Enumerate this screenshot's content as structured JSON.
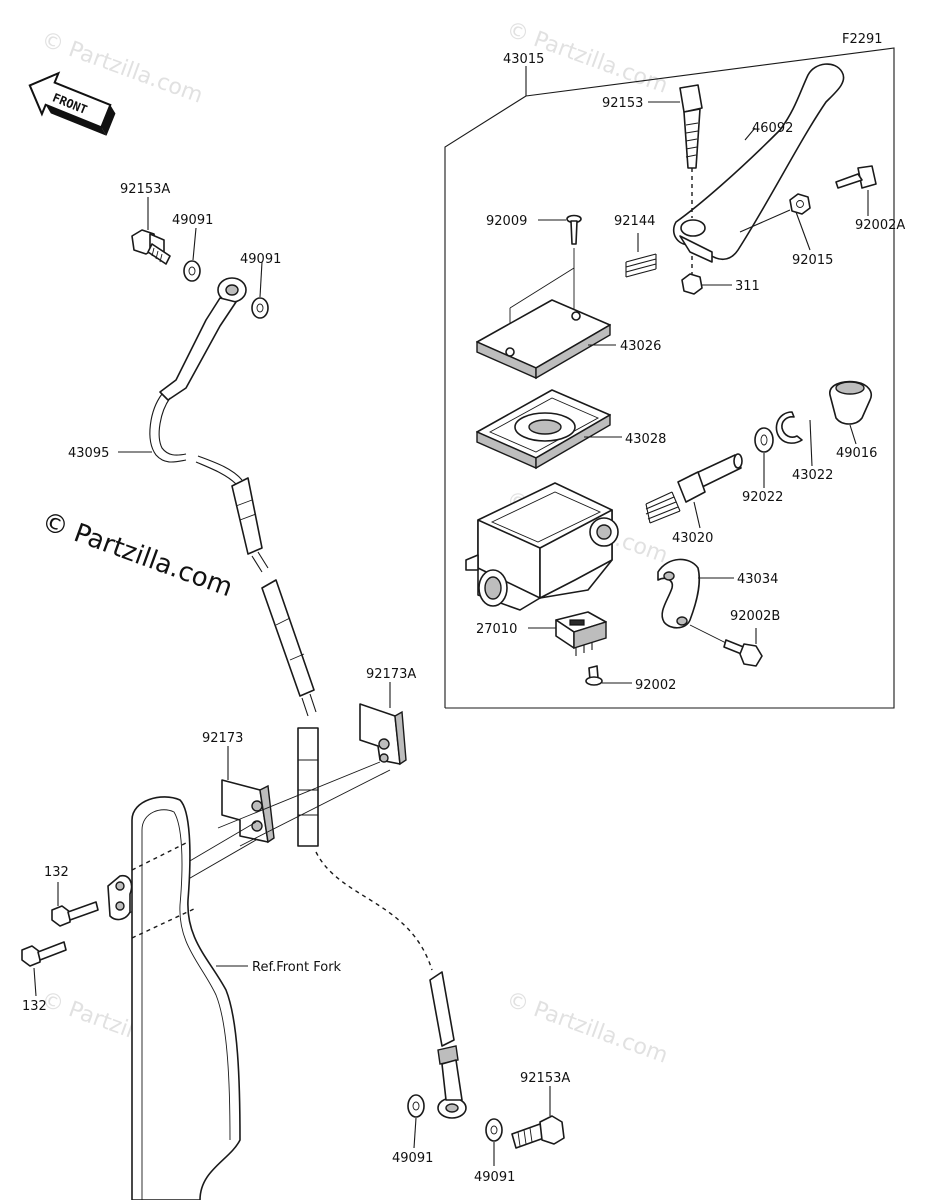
{
  "figure_code": "F2291",
  "direction_badge": "FRONT",
  "copyright": "© Partzilla.com",
  "watermark": "© Partzilla.com",
  "parts": {
    "p43015": "43015",
    "p92153": "92153",
    "p46092": "46092",
    "p92002A": "92002A",
    "p92009": "92009",
    "p92144": "92144",
    "p92015": "92015",
    "p311": "311",
    "p43026": "43026",
    "p43028": "43028",
    "p49016": "49016",
    "p43022": "43022",
    "p92022": "92022",
    "p43020": "43020",
    "p43034": "43034",
    "p92002B": "92002B",
    "p27010": "27010",
    "p92002": "92002",
    "p92153A_top": "92153A",
    "p49091_a": "49091",
    "p49091_b": "49091",
    "p43095": "43095",
    "p92173A": "92173A",
    "p92173": "92173",
    "p132_a": "132",
    "p132_b": "132",
    "ref_front_fork": "Ref.Front Fork",
    "p92153A_bottom": "92153A",
    "p49091_c": "49091",
    "p49091_d": "49091"
  },
  "colors": {
    "line": "#1a1a1a",
    "watermark": "#c9c9c9",
    "background": "#ffffff"
  }
}
